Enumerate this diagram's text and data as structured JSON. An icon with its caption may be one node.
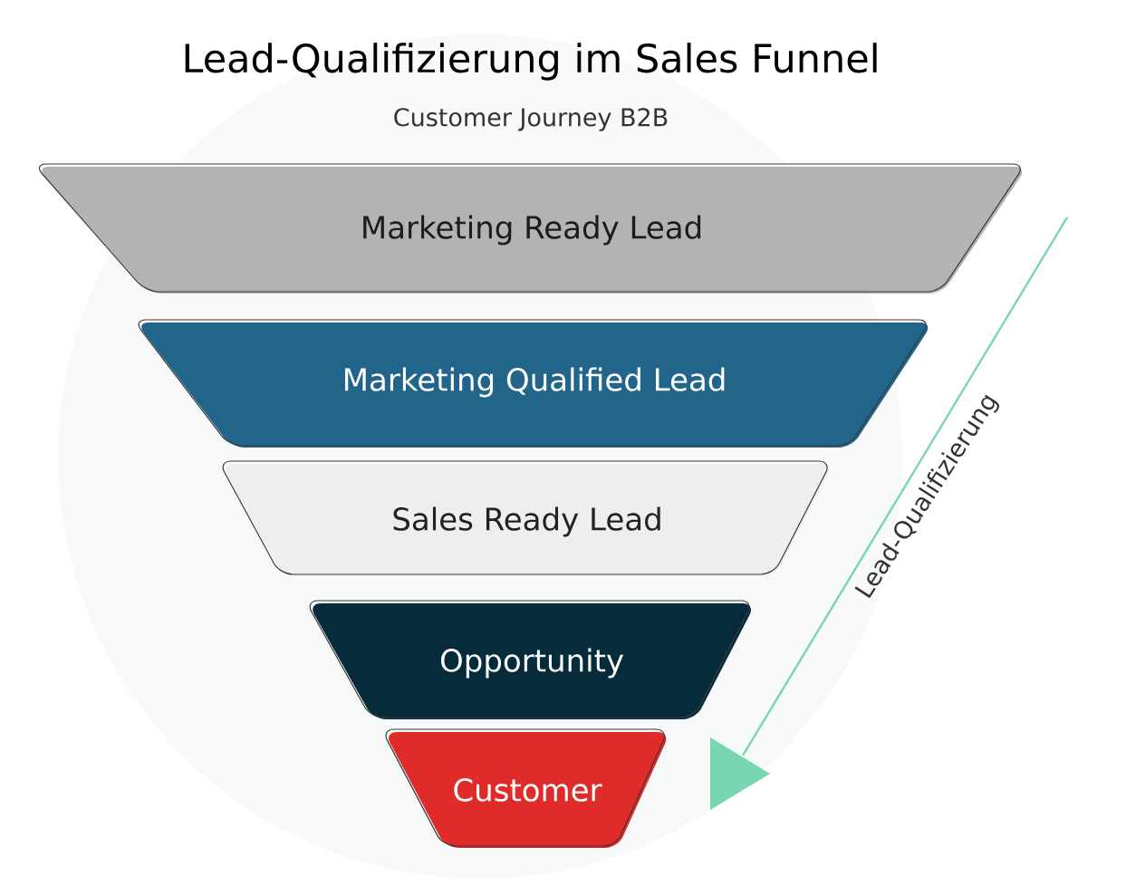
{
  "diagram": {
    "title": "Lead-Qualifizierung im Sales Funnel",
    "nodes": [
      {
        "text": [
          "Marketing Ready Lead"
        ]
      },
      {
        "text": [
          "Marketing Qualified Lead"
        ]
      },
      {
        "text": [
          "Sales Ready Lead"
        ]
      },
      {
        "text": [
          "Opportunity"
        ]
      },
      {
        "text": [
          "Customer"
        ]
      }
    ],
    "labels": [
      "Customer Journey B2B",
      "Lead-Qualifizierung"
    ]
  }
}
